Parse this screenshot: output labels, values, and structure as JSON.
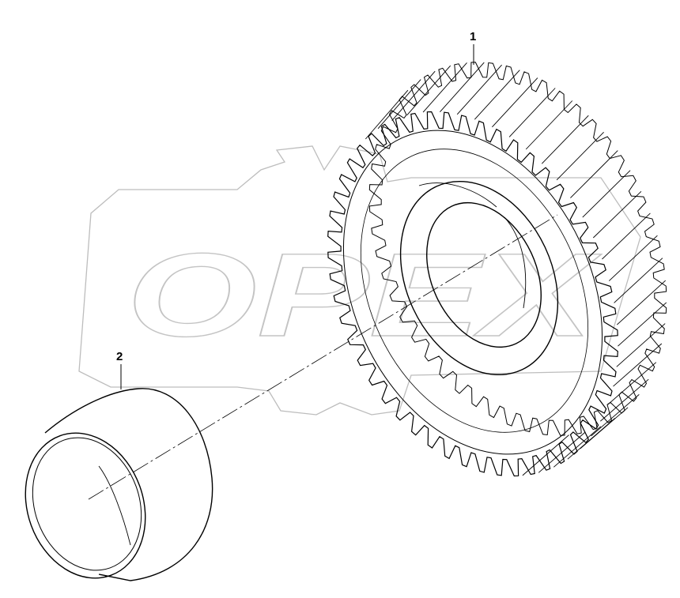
{
  "watermark": {
    "text": "OPEX"
  },
  "parts": [
    {
      "callout": "1",
      "name": "gear"
    },
    {
      "callout": "2",
      "name": "bushing"
    }
  ]
}
